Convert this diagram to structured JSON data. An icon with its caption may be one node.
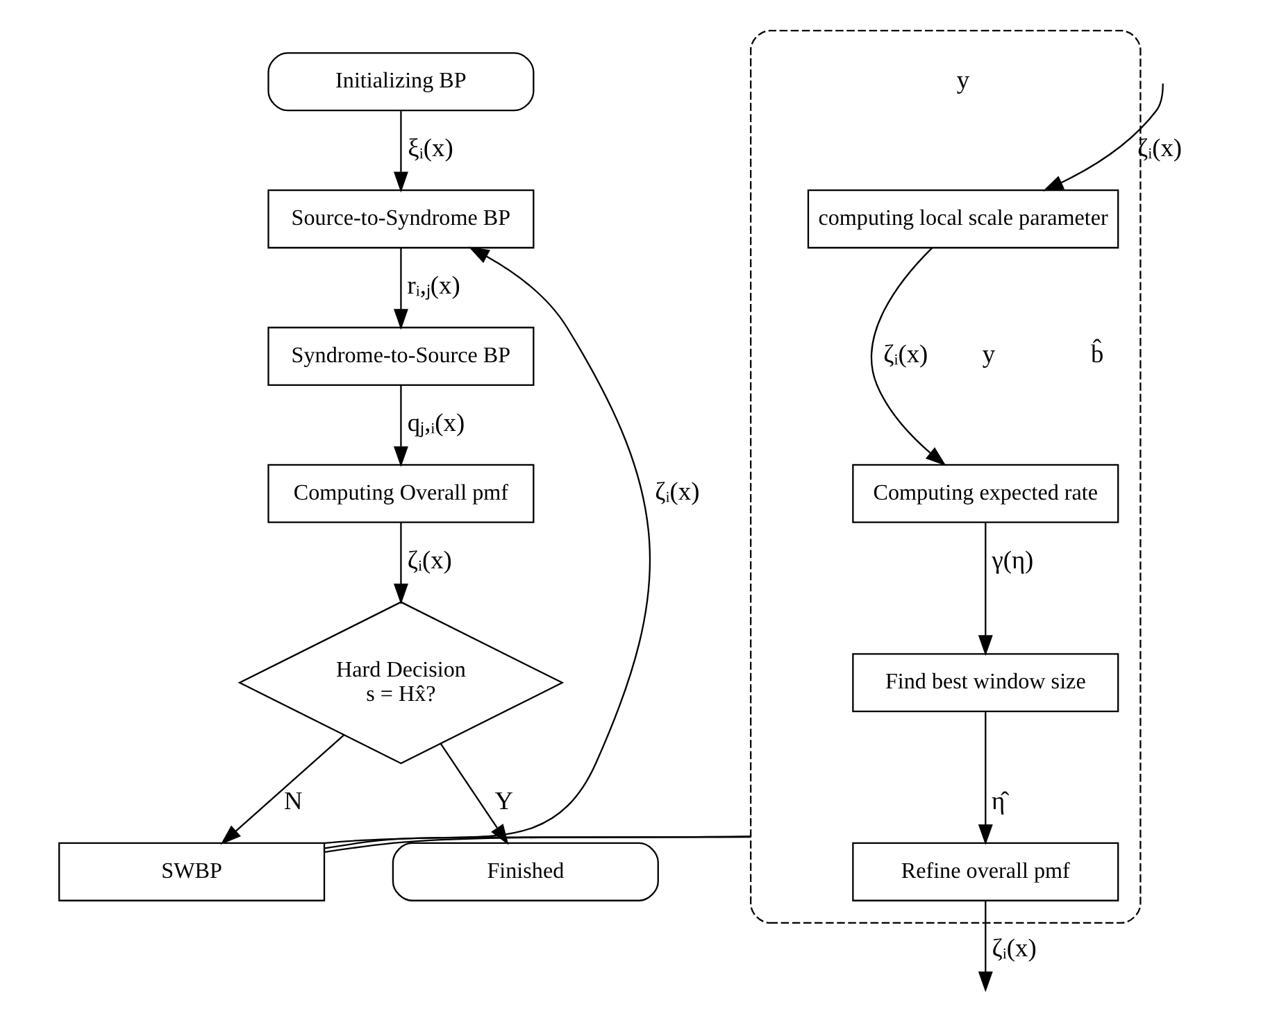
{
  "diagram": {
    "nodes": [
      {
        "text": [
          "Initializing BP"
        ]
      },
      {
        "text": [
          "Source-to-Syndrome BP"
        ]
      },
      {
        "text": [
          "Syndrome-to-Source BP"
        ]
      },
      {
        "text": [
          "Computing Overall pmf"
        ]
      },
      {
        "text": [
          "Hard Decision",
          "s = Hx̂?"
        ]
      },
      {
        "text": [
          "SWBP"
        ]
      },
      {
        "text": [
          "Finished"
        ]
      },
      {
        "text": [],
        "shape": "box"
      },
      {
        "text": [
          "computing local scale parameter"
        ],
        "in": 7
      },
      {
        "text": [
          "Computing expected rate"
        ],
        "in": 7
      },
      {
        "text": [
          "Find best window size"
        ],
        "in": 7
      },
      {
        "text": [
          "Refine overall pmf"
        ],
        "in": 7
      }
    ],
    "edges": [
      {
        "from": 0,
        "to": 1,
        "arrow": "to",
        "label": "ξᵢ(x)"
      },
      {
        "from": 1,
        "to": 2,
        "arrow": "to",
        "label": "rᵢ,ⱼ(x)"
      },
      {
        "from": 2,
        "to": 3,
        "arrow": "to",
        "label": "qⱼ,ᵢ(x)"
      },
      {
        "from": 3,
        "to": 4,
        "arrow": "to",
        "label": "ζᵢ(x)"
      },
      {
        "from": 4,
        "to": 5,
        "arrow": "to",
        "label": "N"
      },
      {
        "from": 4,
        "to": 6,
        "arrow": "to",
        "label": "Y"
      },
      {
        "from": 5,
        "to": 1,
        "arrow": "to",
        "label": "ζᵢ(x)"
      },
      {
        "from": null,
        "to": 8,
        "arrow": "to",
        "label": "ζᵢ(x)"
      },
      {
        "from": 8,
        "to": 9,
        "arrow": "to",
        "label": "ζᵢ(x)"
      },
      {
        "from": 9,
        "to": 10,
        "arrow": "to",
        "label": "γ(η)"
      },
      {
        "from": 10,
        "to": 11,
        "arrow": "to",
        "label": "η̂"
      },
      {
        "from": 11,
        "to": null,
        "arrow": "to",
        "label": "ζᵢ(x)"
      },
      {
        "from": 7,
        "to": 5,
        "arrow": "none"
      },
      {
        "from": 7,
        "to": 5,
        "arrow": "none"
      }
    ],
    "labels": [
      "y",
      "y",
      "b̂"
    ]
  }
}
